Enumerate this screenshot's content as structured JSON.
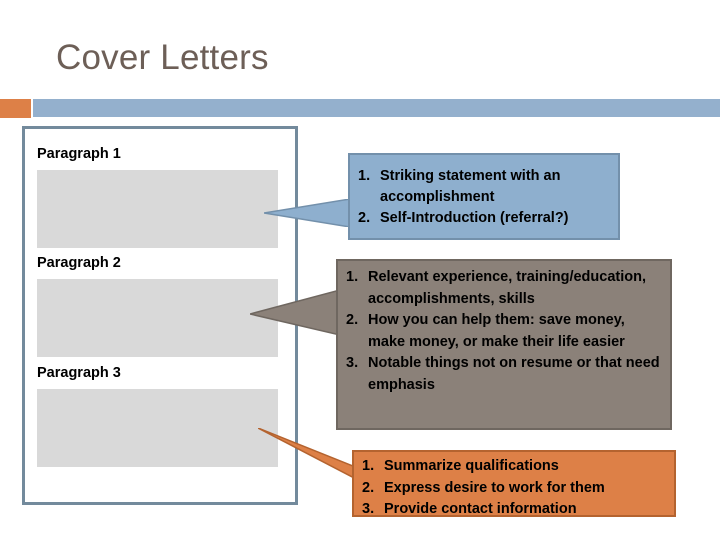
{
  "slide": {
    "title": "Cover Letters",
    "title_color": "#6d5f57",
    "accent_color": "#dd8047",
    "bar_color": "#94b0cd",
    "panel_border_color": "#738a9c",
    "block_color": "#d9d9d9"
  },
  "panel": {
    "paragraphs": [
      {
        "label": "Paragraph 1"
      },
      {
        "label": "Paragraph 2"
      },
      {
        "label": "Paragraph 3"
      }
    ]
  },
  "callouts": [
    {
      "id": "callout-1",
      "color": "#8eafce",
      "target": "Paragraph 1",
      "items": [
        {
          "num": "1.",
          "text": "Striking statement with an accomplishment"
        },
        {
          "num": "2.",
          "text": "Self-Introduction (referral?)"
        }
      ]
    },
    {
      "id": "callout-2",
      "color": "#8b8179",
      "target": "Paragraph 2",
      "items": [
        {
          "num": "1.",
          "text": "Relevant experience, training/education, accomplishments, skills"
        },
        {
          "num": "2.",
          "text": "How you can help them: save money, make money, or make their life easier"
        },
        {
          "num": "3.",
          "text": "Notable things not on resume or that need emphasis"
        }
      ]
    },
    {
      "id": "callout-3",
      "color": "#dd8047",
      "target": "Paragraph 3",
      "items": [
        {
          "num": "1.",
          "text": "Summarize qualifications"
        },
        {
          "num": "2.",
          "text": "Express desire to work for them"
        },
        {
          "num": "3.",
          "text": "Provide contact information"
        }
      ]
    }
  ]
}
